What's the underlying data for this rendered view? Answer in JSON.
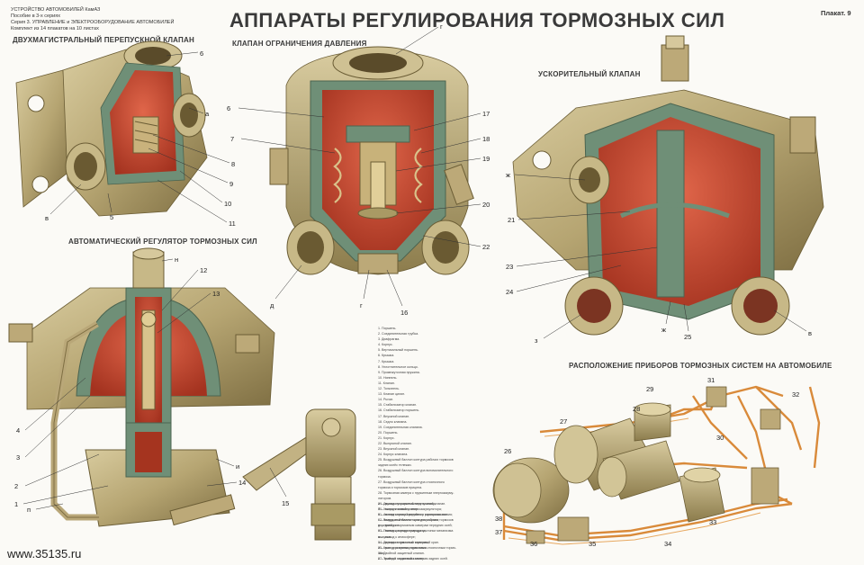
{
  "header": {
    "lines": [
      "УСТРОЙСТВО АВТОМОБИЛЕЙ КамАЗ",
      "Пособие в 3-х сериях",
      "Серия 3. УПРАВЛЕНИЕ и ЭЛЕКТРООБОРУДОВАНИЕ АВТОМОБИЛЕЙ",
      "Комплект из 14 плакатов на 10 листах"
    ],
    "title": "АППАРАТЫ РЕГУЛИРОВАНИЯ ТОРМОЗНЫХ СИЛ",
    "poster_number": "Плакат. 9"
  },
  "sections": {
    "bypass_valve": "ДВУХМАГИСТРАЛЬНЫЙ ПЕРЕПУСКНОЙ КЛАПАН",
    "pressure_limit_valve": "КЛАПАН ОГРАНИЧЕНИЯ ДАВЛЕНИЯ",
    "accelerator_valve": "УСКОРИТЕЛЬНЫЙ КЛАПАН",
    "auto_regulator": "АВТОМАТИЧЕСКИЙ РЕГУЛЯТОР ТОРМОЗНЫХ СИЛ",
    "layout": "РАСПОЛОЖЕНИЕ ПРИБОРОВ ТОРМОЗНЫХ СИСТЕМ НА АВТОМОБИЛЕ"
  },
  "callouts": {
    "bypass": [
      "6",
      "а",
      "8",
      "9",
      "10",
      "11",
      "5",
      "в"
    ],
    "plv": [
      "г",
      "6",
      "7",
      "17",
      "18",
      "19",
      "20",
      "22",
      "д",
      "г",
      "16"
    ],
    "accel": [
      "ж",
      "21",
      "23",
      "24",
      "з",
      "ж",
      "25",
      "в"
    ],
    "regulator": [
      "н",
      "12",
      "13",
      "4",
      "3",
      "2",
      "1",
      "п",
      "и",
      "14",
      "15"
    ],
    "layout": [
      "28",
      "29",
      "27",
      "31",
      "32",
      "26",
      "30",
      "38",
      "37",
      "36",
      "35",
      "34",
      "33"
    ]
  },
  "legend_lines": [
    "1. Поршень.",
    "2. Соединительная трубка.",
    "3. Диафрагма.",
    "4. Корпус.",
    "5. Вертикальный поршень.",
    "6. Крышка.",
    "7. Крышка.",
    "8. Уплотнительное кольцо.",
    "9. Промежуточная пружина.",
    "10. Ниппель.",
    "11. Клапан.",
    "12. Толкатель.",
    "13. Клапан цилин.",
    "14. Рычаг.",
    "15. Стабилизатор клапан.",
    "16. Стабилизатор поршень.",
    "17. Впускной клапан.",
    "18. Седло клапана.",
    "19. Соединительная клапана.",
    "20. Поршень.",
    "21. Корпус.",
    "22. Выпускной клапан.",
    "23. Впускной клапан.",
    "24. Корпус клапана.",
    "25. Воздушный баллон контура рабочих тормозов",
    "    задних колёс тележки.",
    "26. Воздушный баллон контура вспомогательного",
    "    тормоза.",
    "27. Воздушный баллон контура стояночного",
    "    тормоза и тормозов прицепа.",
    "28. Тормозная камера с пружинным энергоаккуму-",
    "    лятором.",
    "29. Двухмагистральный перепускной клапан.",
    "30. Ускорительный клапан.",
    "31. Автоматический регулятор тормозных сил.",
    "32. Воздушный баллон контура рабочих тормозов",
    "    передней оси.",
    "33. Пневмоцилиндр привода заслонки механизма",
    "    выпуска.",
    "34. Двухмагистральный тормозной кран.",
    "35. Кран управления тормозами.",
    "36. Двойной защитный клапан.",
    "37. Тройной защитный клапан."
  ],
  "legend2_lines": [
    "а — вывод к ускорительному клапану;",
    "б — вывод к клапану энергоаккумулятора;",
    "в — вывод к крану аварийного растормаживания;",
    "г — вывод от клапана тормозного крана;",
    "д — вывод к тормозным камерам передних осей;",
    "е — вывод к тормозному крану;",
    "ж — вывод к атмосфере;",
    "з — вывод к тормозным камерам;",
    "и — вывод от крана управления стояночным тормо-",
    "    зом;",
    "к — вывод к тормозным камерам задних осей."
  ],
  "watermark": "www.35135.ru",
  "colors": {
    "brass": "#b9a778",
    "brass_dark": "#8f7f4f",
    "brass_light": "#d6c89c",
    "cut_red": "#c2452d",
    "cut_green": "#6f8f77",
    "pipe": "#d98a3a"
  }
}
